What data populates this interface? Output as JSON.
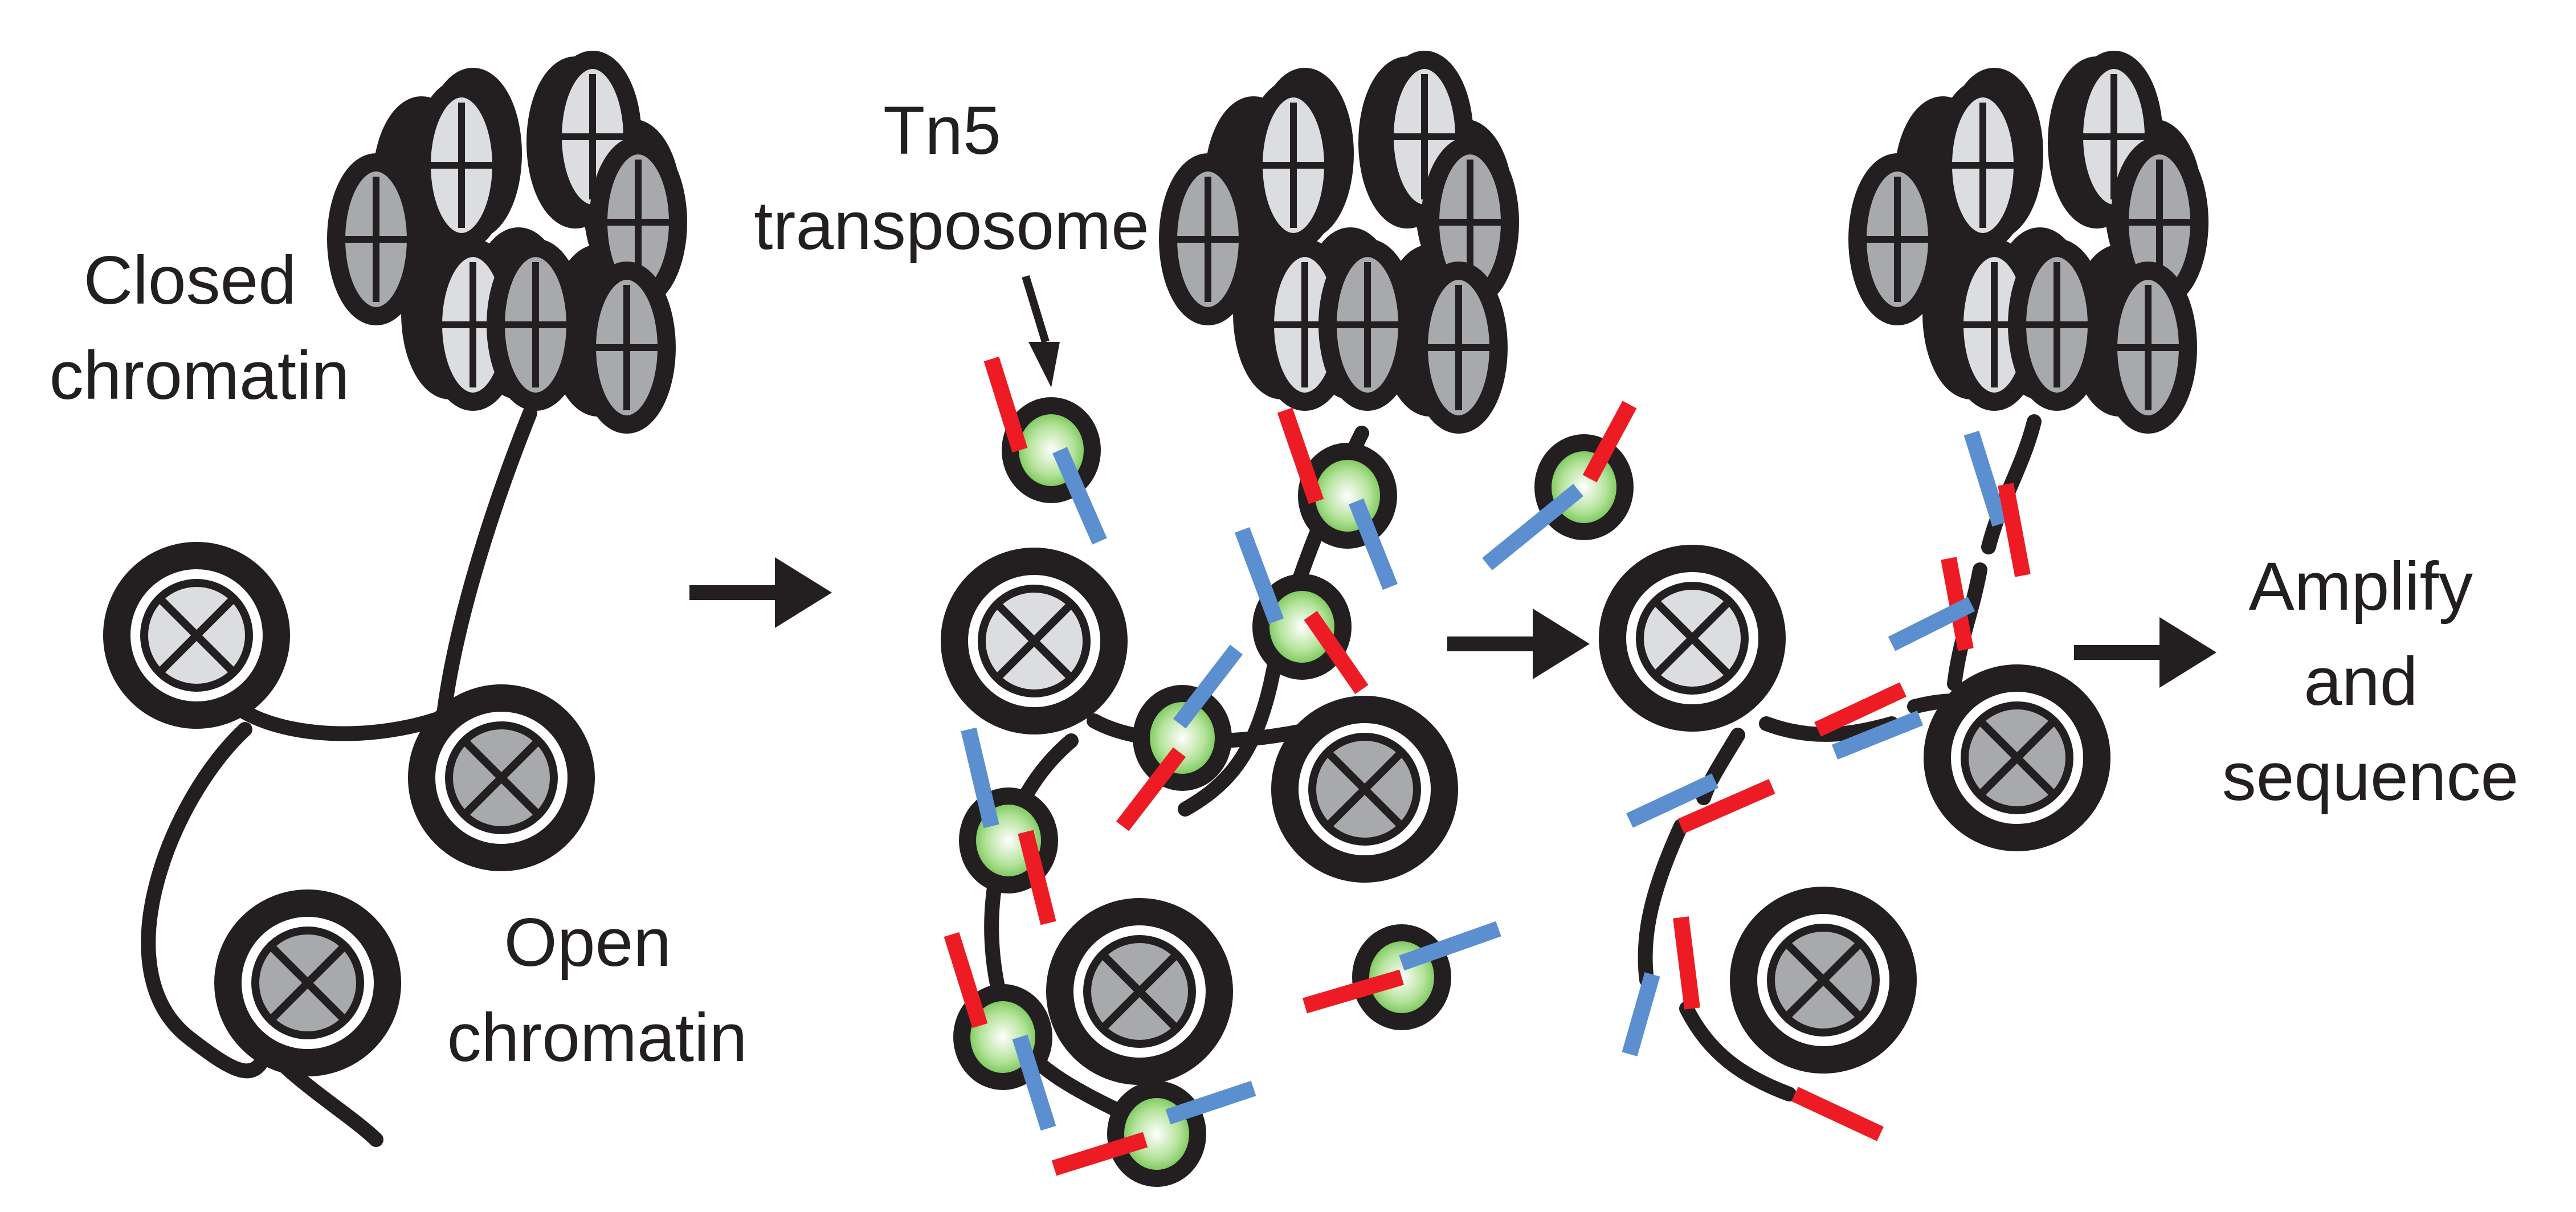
{
  "labels": {
    "closed_line1": "Closed",
    "closed_line2": "chromatin",
    "open_line1": "Open",
    "open_line2": "chromatin",
    "tn5_line1": "Tn5",
    "tn5_line2": "transposome",
    "amplify_line1": "Amplify",
    "amplify_line2": "and",
    "amplify_line3": "sequence"
  },
  "colors": {
    "outline": "#231f20",
    "nucleosome_light": "#dcdde0",
    "nucleosome_dark": "#a7a9ac",
    "adapter_red": "#ed1c24",
    "adapter_blue": "#5b8fcf",
    "transposase_green": "#7ccf5a"
  },
  "icons": {
    "nucleosome": "nucleosome-icon",
    "transposome": "tn5-transposome-icon",
    "adapter": "adapter-bar-icon",
    "step_arrow": "arrow-right-icon"
  }
}
